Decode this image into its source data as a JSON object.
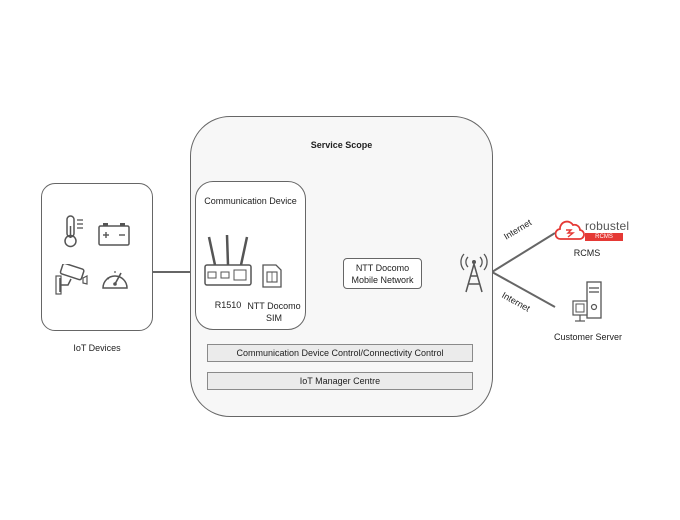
{
  "service_scope": {
    "title": "Service Scope"
  },
  "iot": {
    "label": "IoT Devices"
  },
  "comm_device": {
    "title": "Communication Device",
    "router_label": "R1510",
    "sim_label_1": "NTT Docomo",
    "sim_label_2": "SIM"
  },
  "network": {
    "line1": "NTT Docomo",
    "line2": "Mobile Network"
  },
  "internet_labels": {
    "top": "Internet",
    "bottom": "Internet"
  },
  "rcms": {
    "brand": "robustel",
    "sub": "RCMS CLOUD",
    "label": "RCMS",
    "brand_color": "#e53935"
  },
  "customer_server": {
    "label": "Customer Server"
  },
  "bars": {
    "control": "Communication Device Control/Connectivity Control",
    "manager": "IoT Manager Centre"
  },
  "icons": [
    "thermometer-icon",
    "battery-icon",
    "cctv-camera-icon",
    "gauge-icon",
    "router-icon",
    "sim-card-icon",
    "cell-tower-icon",
    "cloud-icon",
    "server-icon"
  ]
}
